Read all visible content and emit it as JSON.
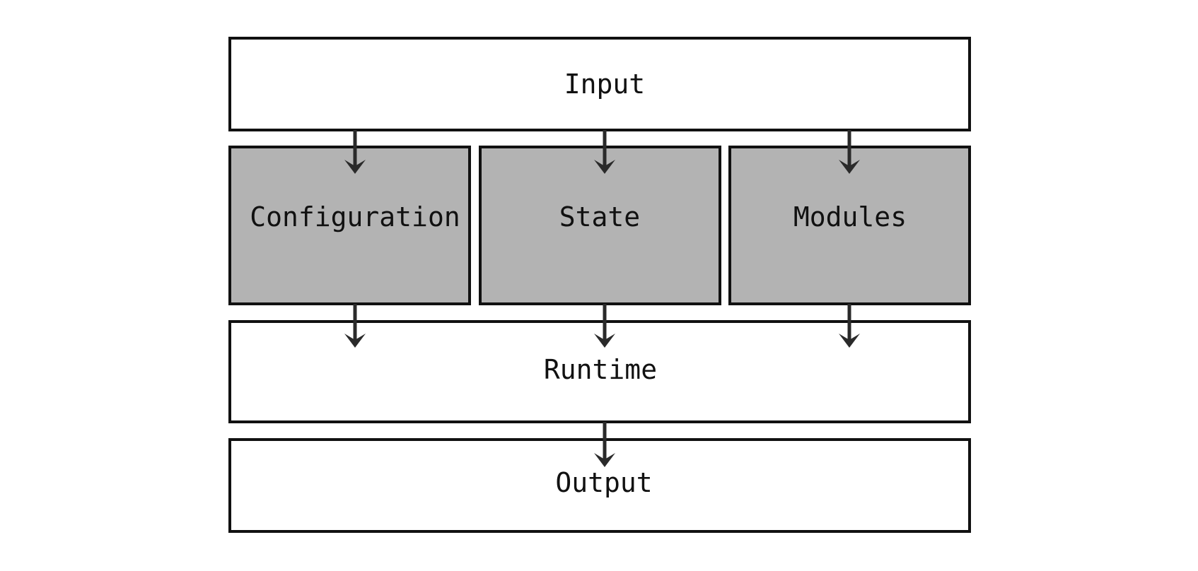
{
  "diagram": {
    "input_label": "Input",
    "configuration_label": "Configuration",
    "state_label": "State",
    "modules_label": "Modules",
    "runtime_label": "Runtime",
    "output_label": "Output"
  },
  "colors": {
    "stroke": "#111111",
    "arrow": "#2a2a2a",
    "module_fill": "#b3b3b3",
    "plain_fill": "#ffffff"
  }
}
